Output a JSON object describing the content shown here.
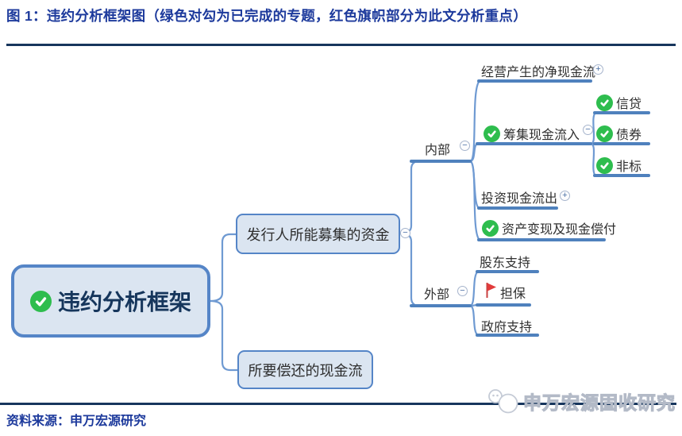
{
  "header": {
    "title": "图 1：违约分析框架图（绿色对勾为已完成的专题，红色旗帜部分为此文分析重点）"
  },
  "footer": {
    "source": "资料来源：申万宏源研究",
    "watermark": "申万宏源固收研究"
  },
  "glyphs": {
    "collapse": "−",
    "expand": "+"
  },
  "colors": {
    "title_blue": "#1d3a9c",
    "divider_navy": "#17365d",
    "node_border_blue": "#5585c7",
    "node_fill": "#dbe5f1",
    "branch_line_blue": "#4f81bd",
    "connector_blue": "#6f9ad2",
    "check_green": "#2ebd4e",
    "flag_red": "#e23b3b"
  },
  "mindmap": {
    "root": {
      "label": "违约分析框架",
      "icon": "check"
    },
    "funding": {
      "label": "发行人所能募集的资金"
    },
    "repay": {
      "label": "所要偿还的现金流"
    },
    "internal": {
      "label": "内部"
    },
    "external": {
      "label": "外部"
    },
    "operating": {
      "label": "经营产生的净现金流"
    },
    "financing": {
      "label": "筹集现金流入",
      "icon": "check"
    },
    "credit": {
      "label": "信贷",
      "icon": "check"
    },
    "bond": {
      "label": "债券",
      "icon": "check"
    },
    "nonstandard": {
      "label": "非标",
      "icon": "check"
    },
    "investing": {
      "label": "投资现金流出"
    },
    "liquidation": {
      "label": "资产变现及现金偿付",
      "icon": "check"
    },
    "shareholder": {
      "label": "股东支持"
    },
    "guarantee": {
      "label": "担保",
      "icon": "flag"
    },
    "government": {
      "label": "政府支持"
    }
  }
}
